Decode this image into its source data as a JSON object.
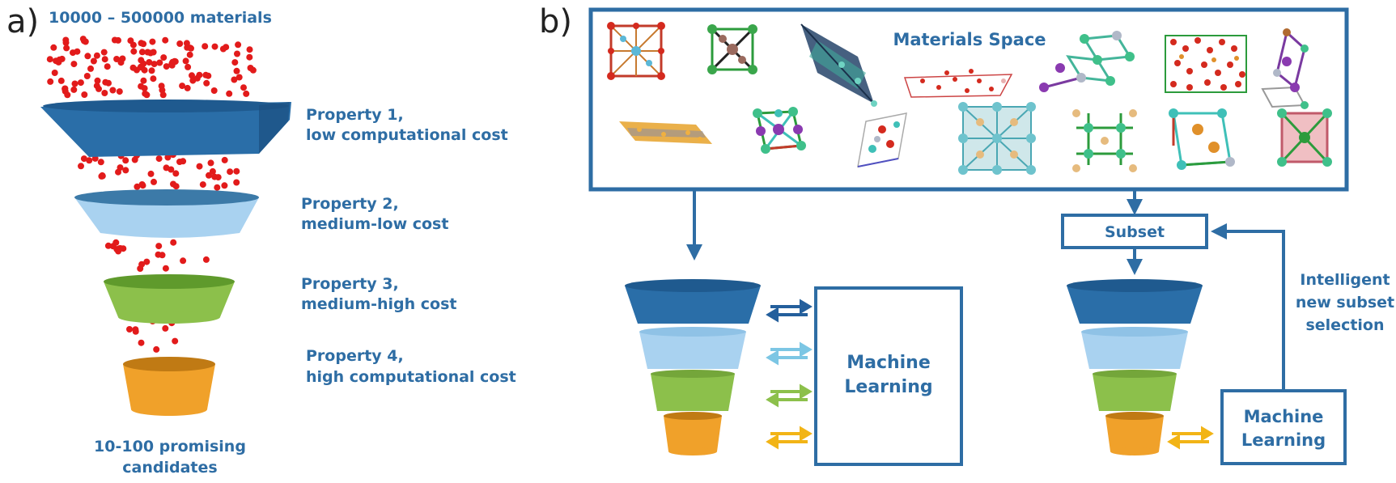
{
  "panel_a": {
    "letter": "a)",
    "top_label": "10000 – 500000 materials",
    "bottom_label_line1": "10-100 promising",
    "bottom_label_line2": "candidates",
    "stages": [
      {
        "line1": "Property 1,",
        "line2": "low computational cost",
        "color": "#2a6ea8"
      },
      {
        "line1": "Property 2,",
        "line2": "medium-low cost",
        "color": "#a9d2f0"
      },
      {
        "line1": "Property 3,",
        "line2": "medium-high cost",
        "color": "#8cc04b"
      },
      {
        "line1": "Property 4,",
        "line2": "high computational cost",
        "color": "#f0a12a"
      }
    ]
  },
  "panel_b": {
    "letter": "b)",
    "materials_space_label": "Materials Space",
    "subset_label": "Subset",
    "left_ml_line1": "Machine",
    "left_ml_line2": "Learning",
    "right_ml_line1": "Machine",
    "right_ml_line2": "Learning",
    "selection_line1": "Intelligent",
    "selection_line2": "new subset",
    "selection_line3": "selection"
  },
  "colors": {
    "accent": "#2e6da4",
    "dots": "#e21b1b",
    "tier1": "#2a6ea8",
    "tier2": "#a9d2f0",
    "tier3": "#8cc04b",
    "tier4": "#f0a12a",
    "arrow_dark": "#245f9c",
    "arrow_light": "#7cc6e4",
    "arrow_green": "#8cc04b",
    "arrow_orange": "#f2b416"
  }
}
